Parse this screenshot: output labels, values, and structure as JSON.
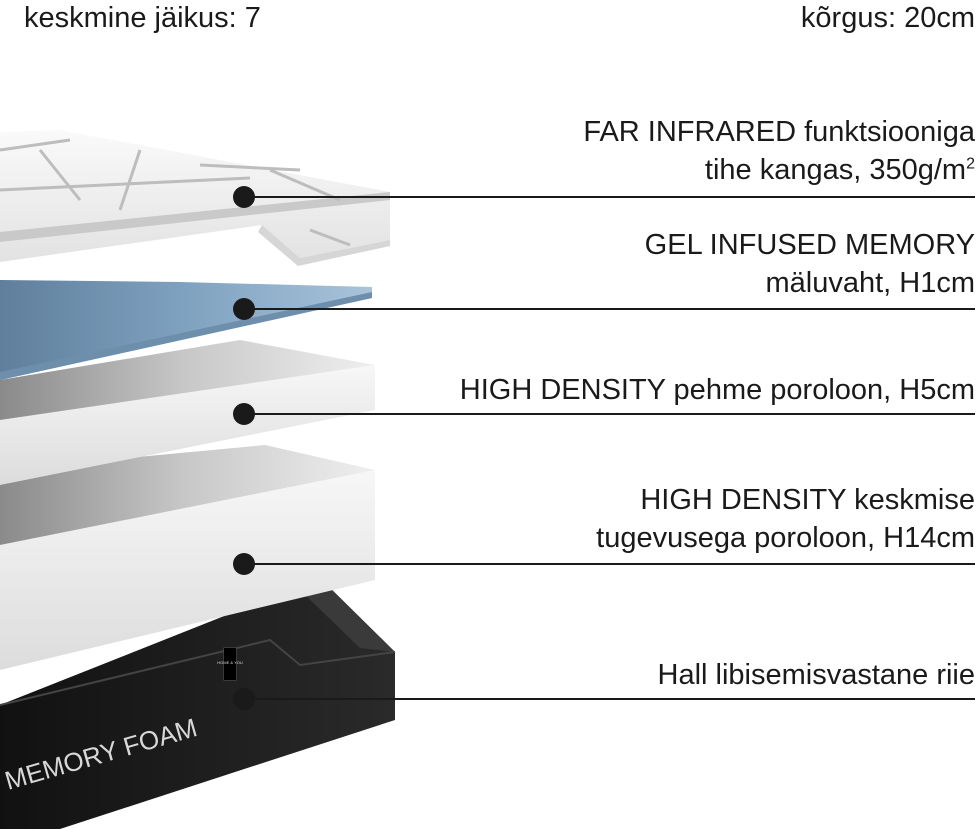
{
  "header": {
    "firmness": "keskmine jäikus: 7",
    "height": "kõrgus: 20cm"
  },
  "layers": [
    {
      "line1": "FAR INFRARED funktsiooniga",
      "line2": "tihe kangas, 350g/m",
      "line2_sup": "2"
    },
    {
      "line1": "GEL INFUSED MEMORY",
      "line2": "mäluvaht, H1cm"
    },
    {
      "line1": "HIGH DENSITY pehme poroloon, H5cm"
    },
    {
      "line1": "HIGH DENSITY keskmise",
      "line2": "tugevusega poroloon, H14cm"
    },
    {
      "line1": "Hall libisemisvastane riie"
    }
  ],
  "product": {
    "base_text": "MEMORY FOAM",
    "tag_text": "HOME & YOU"
  },
  "colors": {
    "cover": "#f2f2f2",
    "gel": "#8fb2cf",
    "foam": "#e9e9e9",
    "base": "#1b1b1b",
    "leader": "#1a1a1a"
  }
}
